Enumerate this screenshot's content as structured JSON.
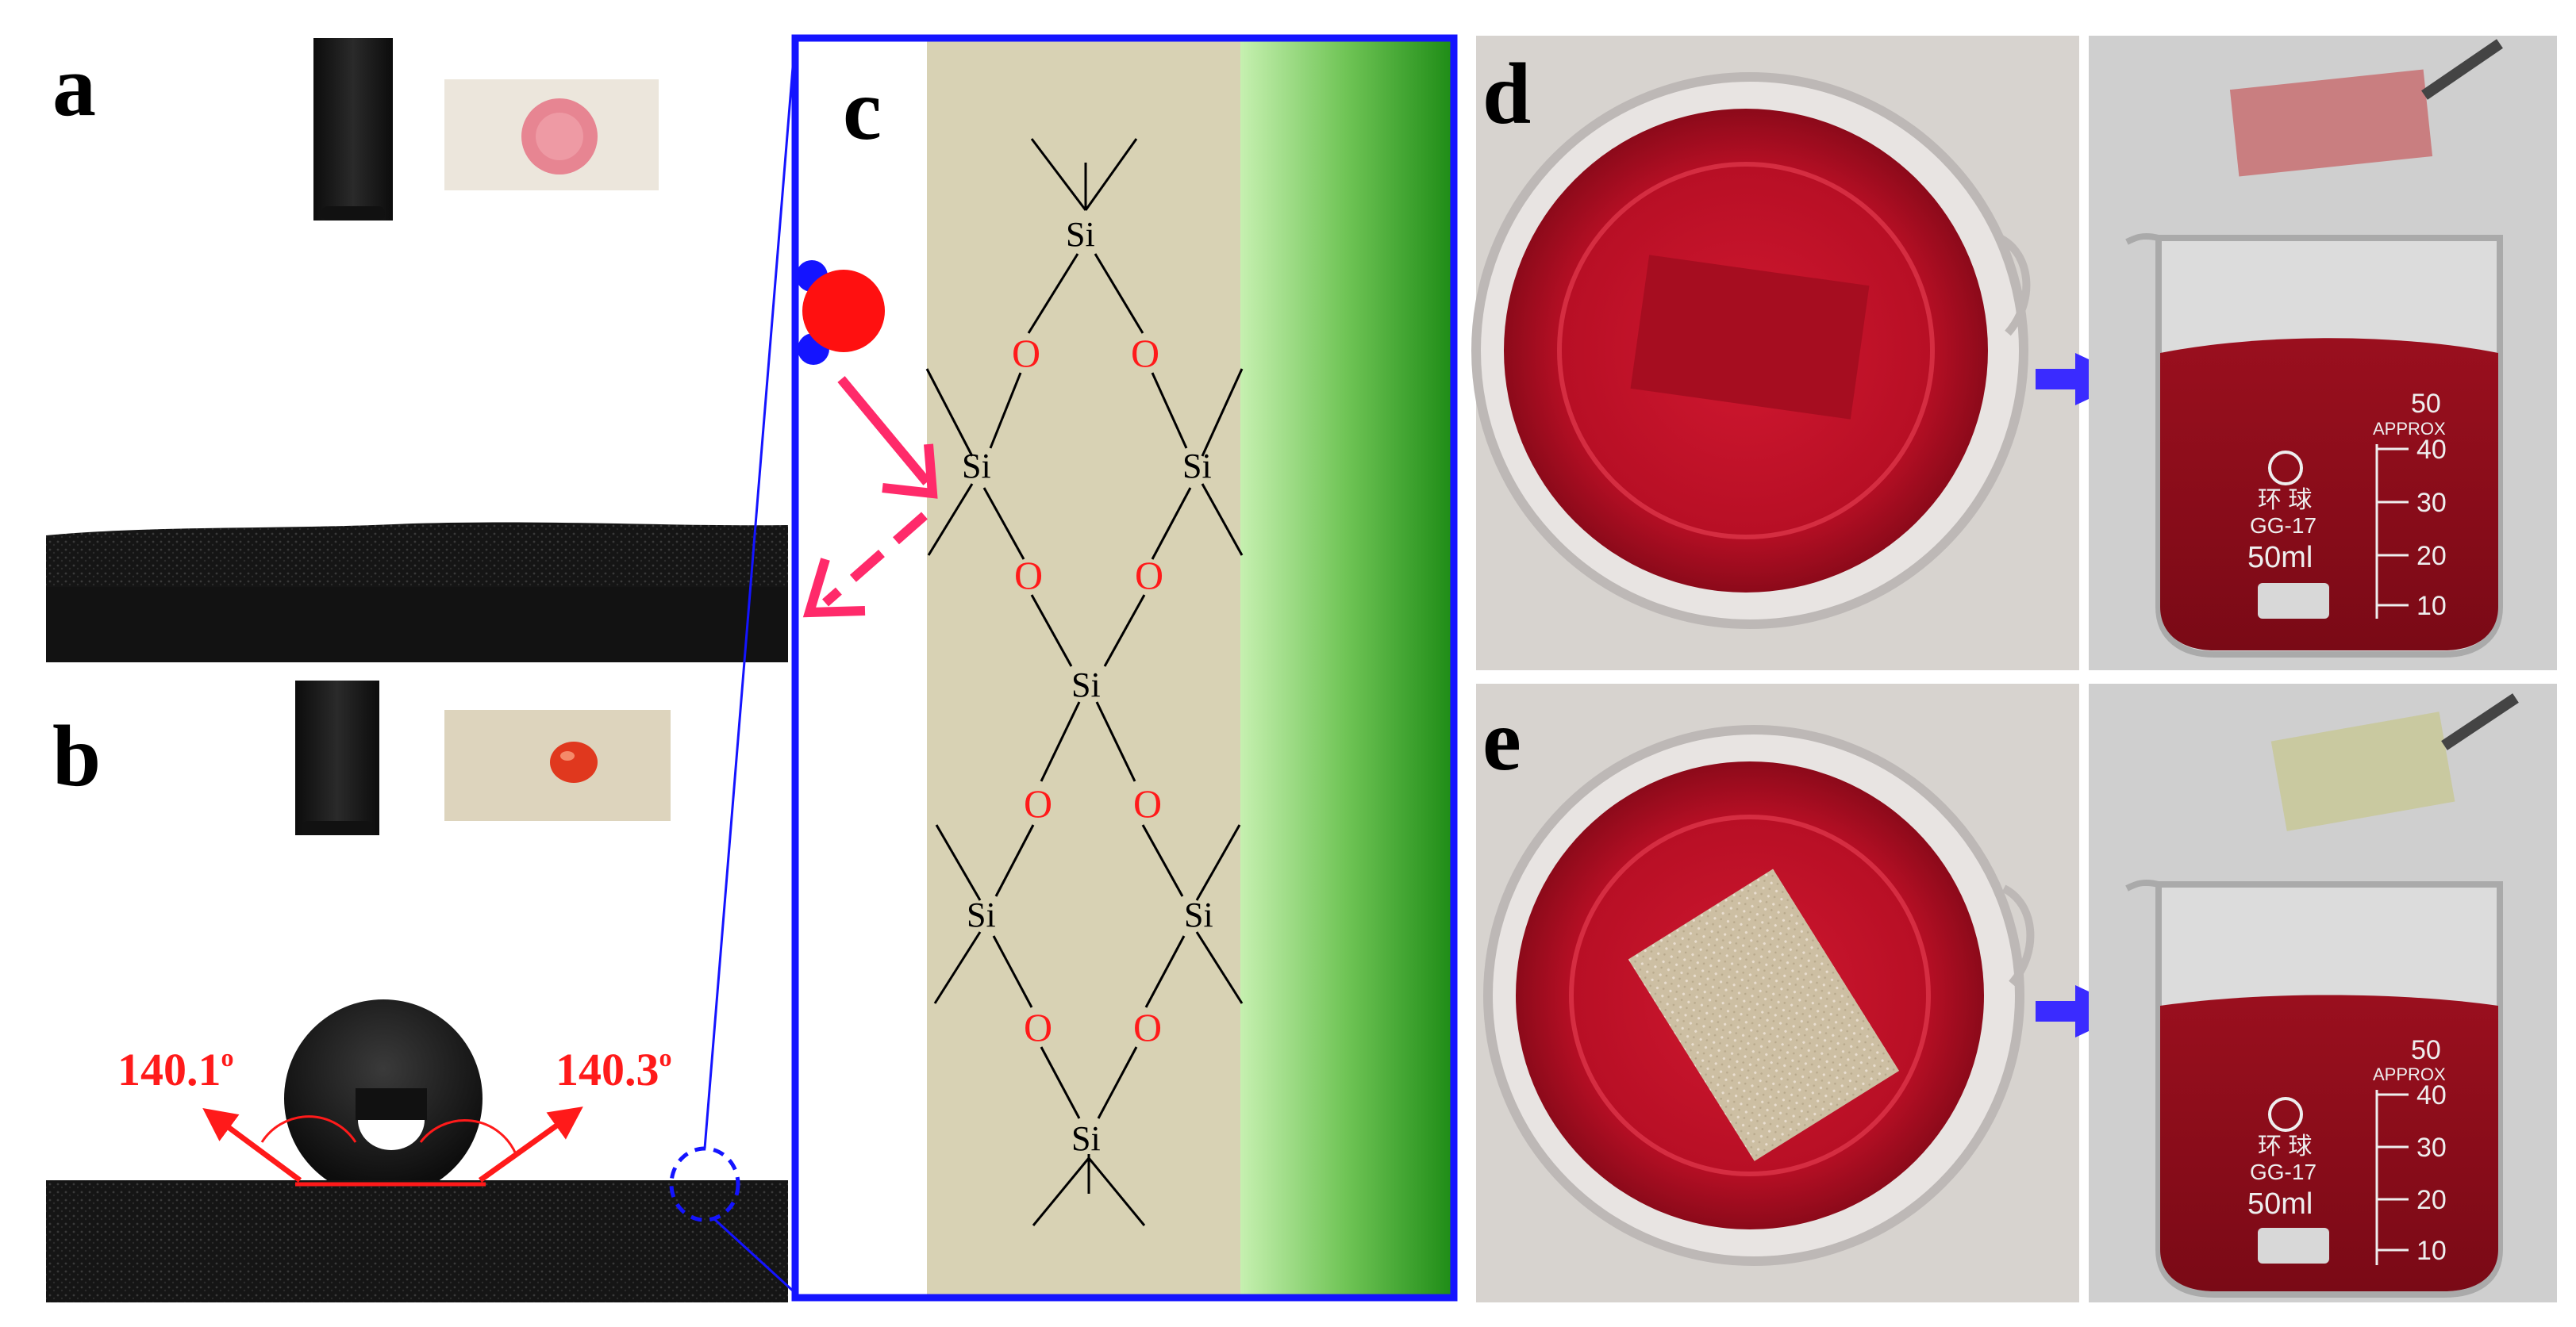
{
  "panels": {
    "a": {
      "label": "a"
    },
    "b": {
      "label": "b",
      "angle_left": "140.1",
      "angle_right": "140.3",
      "degree_mark": "o"
    },
    "c": {
      "label": "c",
      "atom_si": "Si",
      "atom_o": "O"
    },
    "d": {
      "label": "d"
    },
    "e": {
      "label": "e"
    }
  },
  "beaker_marks": {
    "top": "50",
    "approx": "APPROX",
    "brand": "环 球",
    "model": "GG-17",
    "volume": "50ml",
    "ticks": [
      "40",
      "30",
      "20",
      "10"
    ]
  },
  "colors": {
    "label_red": "#ff1a1a",
    "panel_c_border": "#1414ff",
    "dye_red": "#c8102e",
    "arrow_blue": "#3a2bff",
    "arrow_pink": "#ff2a6a",
    "green": "#1e8c16",
    "khaki": "#d8d2b4"
  }
}
